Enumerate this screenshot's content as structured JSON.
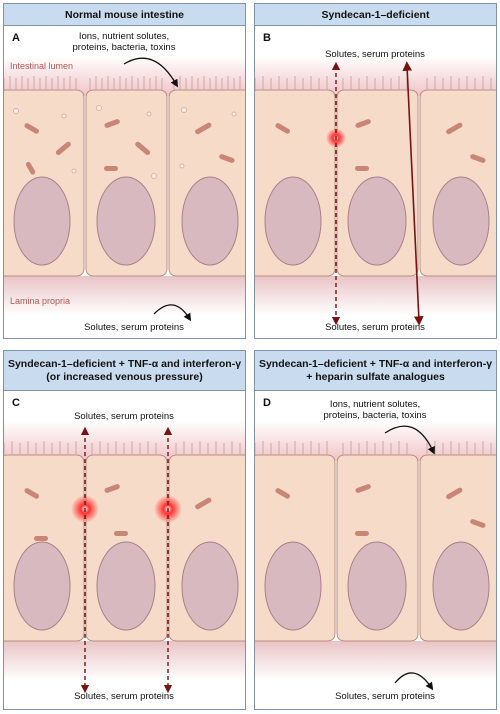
{
  "panels": {
    "A": {
      "title": "Normal mouse intestine",
      "letter": "A",
      "top_label": "Ions, nutrient solutes, proteins, bacteria, toxins",
      "lumen_label": "Intestinal lumen",
      "lamina_label": "Lamina propria",
      "bottom_label": "Solutes, serum proteins"
    },
    "B": {
      "title": "Syndecan-1–deficient",
      "letter": "B",
      "top_label": "Solutes, serum proteins",
      "bottom_label": "Solutes, serum proteins"
    },
    "C": {
      "title_line1": "Syndecan-1–deficient + TNF-α and interferon-γ",
      "title_line2": "(or increased venous pressure)",
      "letter": "C",
      "top_label": "Solutes, serum proteins",
      "bottom_label": "Solutes, serum proteins"
    },
    "D": {
      "title_line1": "Syndecan-1–deficient + TNF-α and interferon-γ",
      "title_line2": "+ heparin sulfate analogues",
      "letter": "D",
      "top_label": "Ions, nutrient solutes, proteins, bacteria, toxins",
      "bottom_label": "Solutes, serum proteins"
    }
  },
  "colors": {
    "header": "#c9dbef",
    "cell": "#f6dcc8",
    "nucleus": "#d8b9bf",
    "arrow": "#7a1212",
    "lumen_pink": "#f3c9cd"
  }
}
